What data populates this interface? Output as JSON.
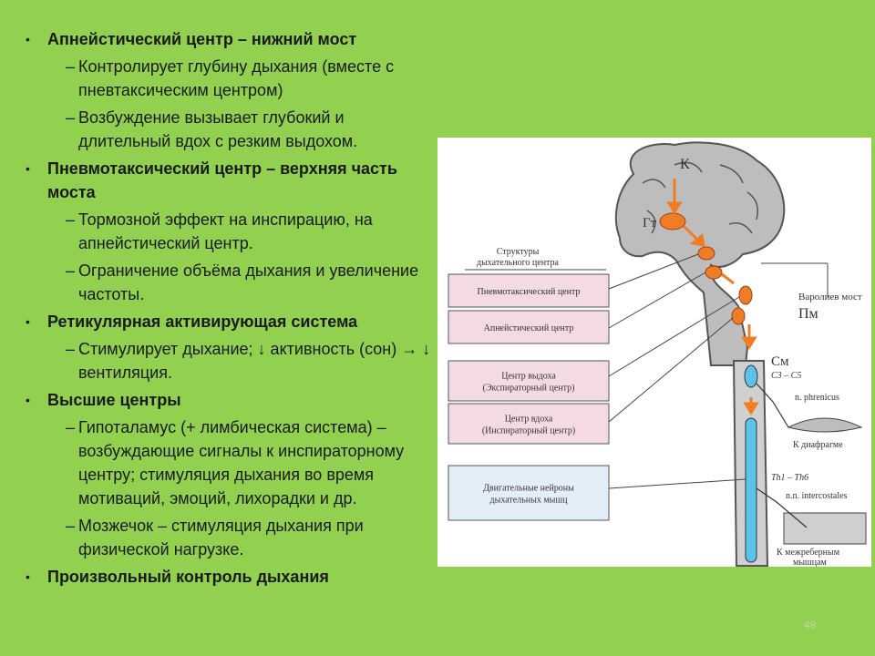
{
  "bullets": [
    {
      "title": "Апнейстический центр – нижний мост",
      "subs": [
        "Контролирует глубину дыхания (вместе с пневтаксическим центром)",
        "Возбуждение вызывает глубокий и длительный вдох с резким выдохом."
      ]
    },
    {
      "title": "Пневмотаксический центр – верхняя часть моста",
      "subs": [
        "Тормозной эффект на инспирацию, на апнейстический центр.",
        "Ограничение объёма дыхания и увеличение частоты."
      ]
    },
    {
      "title": "Ретикулярная активирующая система",
      "subs": [
        "Стимулирует дыхание; ↓ активность (сон) → ↓ вентиляция."
      ]
    },
    {
      "title": "Высшие центры",
      "subs": [
        "Гипоталамус (+ лимбическая система) – возбуждающие сигналы к инспираторному центру; стимуляция дыхания во время мотиваций, эмоций, лихорадки и др.",
        "Мозжечок – стимуляция дыхания при физической нагрузке."
      ]
    },
    {
      "title": "Произвольный контроль дыхания",
      "subs": []
    }
  ],
  "figure": {
    "structures_title": [
      "Структуры",
      "дыхательного центра"
    ],
    "boxes": [
      [
        "Пневмотаксический центр"
      ],
      [
        "Апнейстический центр"
      ],
      [
        "Центр выдоха",
        "(Экспираторный центр)"
      ],
      [
        "Центр вдоха",
        "(Инспираторный центр)"
      ],
      [
        "Двигательные нейроны",
        "дыхательных мышц"
      ]
    ],
    "label_k": "К",
    "label_gt": "Гт",
    "label_varol": "Варолиев мост",
    "label_pm": "Пм",
    "label_sm": "См",
    "label_c3c5": "C3 – C5",
    "label_phrenicus": "n. phrenicus",
    "label_diaphragm": "К диафрагме",
    "label_th": "Th1 – Th6",
    "label_intercostales": "n.n. intercostales",
    "label_muscles": [
      "К межреберным",
      "мышцам"
    ]
  },
  "page_number": "48"
}
